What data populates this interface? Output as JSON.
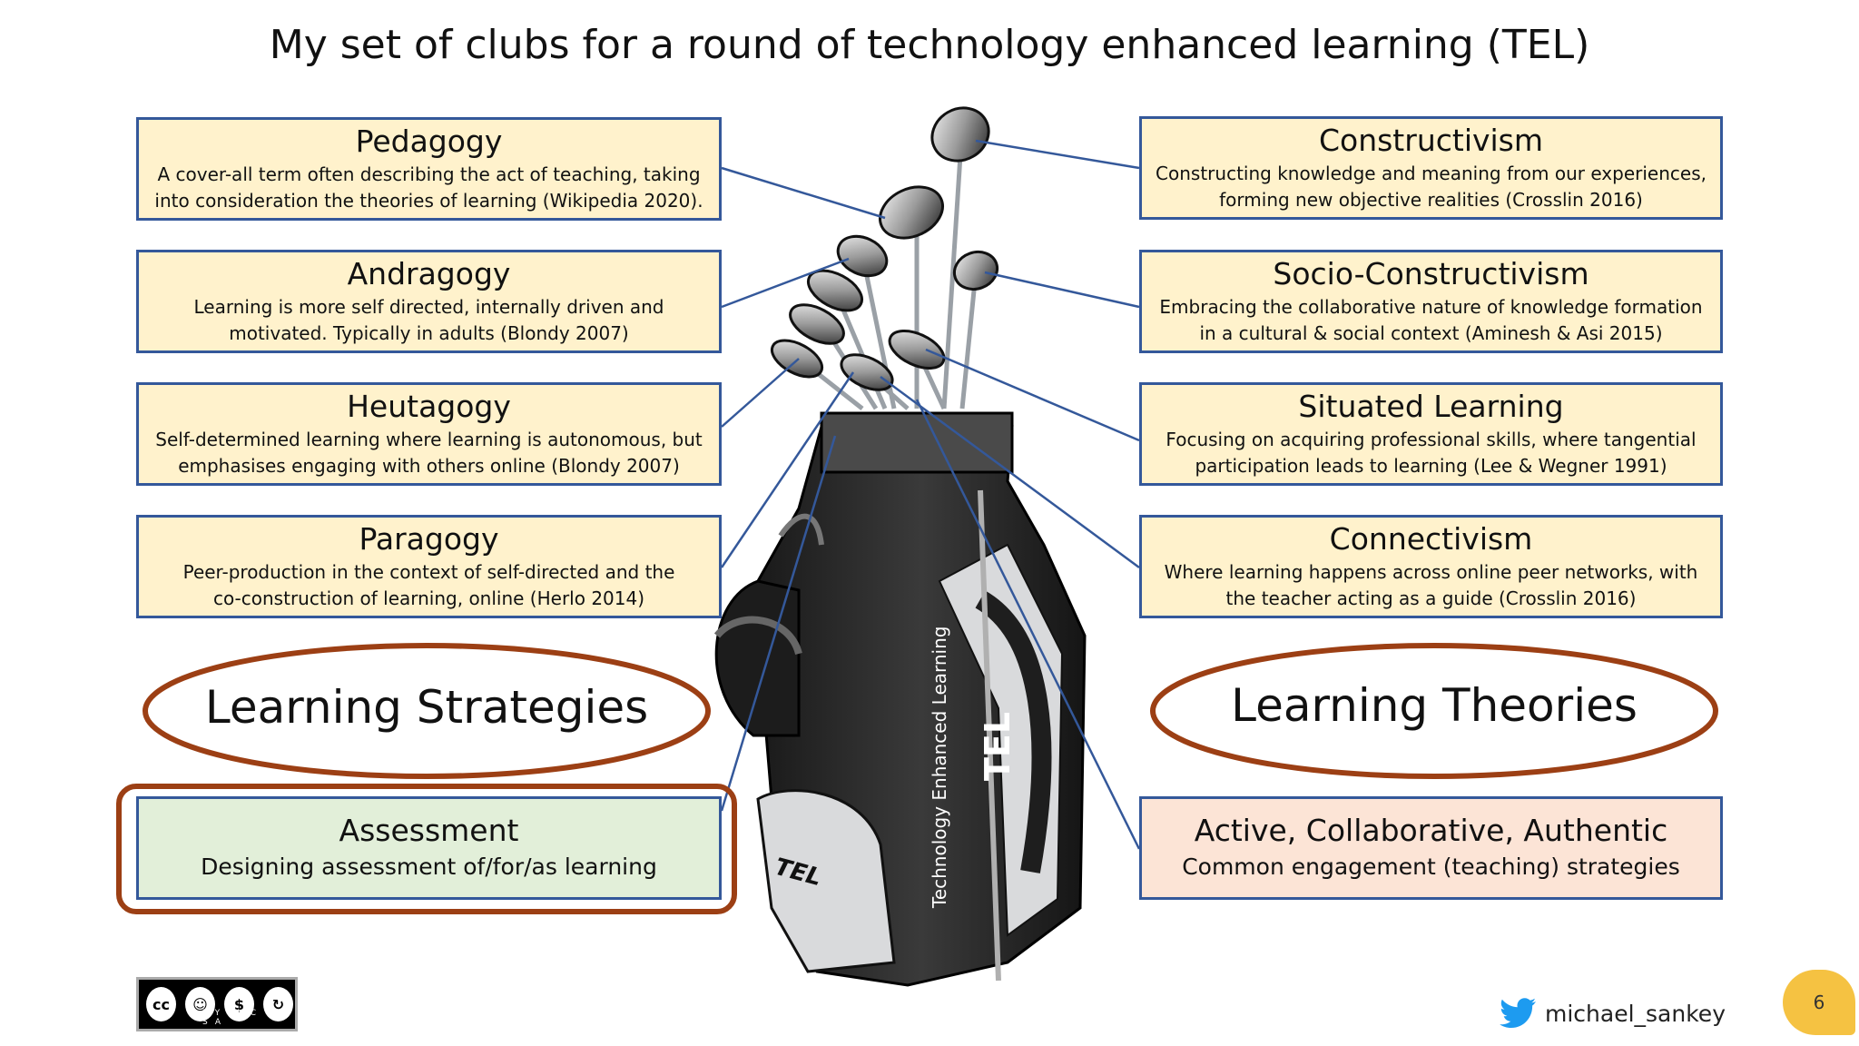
{
  "title": "My set of clubs for a round of technology enhanced learning (TEL)",
  "left_boxes": [
    {
      "heading": "Pedagogy",
      "line1": "A cover-all term often describing the act of teaching, taking",
      "line2": "into consideration the theories of learning (Wikipedia 2020)."
    },
    {
      "heading": "Andragogy",
      "line1": "Learning is more self directed, internally driven and",
      "line2": "motivated. Typically in adults (Blondy 2007)"
    },
    {
      "heading": "Heutagogy",
      "line1": "Self-determined learning where learning is autonomous, but",
      "line2": "emphasises engaging with others online (Blondy 2007)"
    },
    {
      "heading": "Paragogy",
      "line1": "Peer-production in the context of self-directed and the",
      "line2": "co-construction of learning, online (Herlo 2014)"
    }
  ],
  "right_boxes": [
    {
      "heading": "Constructivism",
      "line1": "Constructing knowledge and meaning from our experiences,",
      "line2": "forming new objective realities (Crosslin 2016)"
    },
    {
      "heading": "Socio-Constructivism",
      "line1": "Embracing the collaborative nature of knowledge formation",
      "line2": "in a cultural & social context (Aminesh & Asi 2015)"
    },
    {
      "heading": "Situated Learning",
      "line1": "Focusing on acquiring professional skills, where tangential",
      "line2": "participation leads to learning (Lee & Wegner 1991)"
    },
    {
      "heading": "Connectivism",
      "line1": "Where learning happens across online peer networks, with",
      "line2": "the teacher acting as a guide (Crosslin 2016)"
    }
  ],
  "assessment": {
    "heading": "Assessment",
    "desc": "Designing assessment of/for/as learning"
  },
  "engagement": {
    "heading": "Active, Collaborative, Authentic",
    "desc": "Common engagement (teaching) strategies"
  },
  "labels": {
    "strategies": "Learning Strategies",
    "theories": "Learning Theories"
  },
  "bag": {
    "vertical_text": "Technology Enhanced Learning",
    "logo_big": "TEL",
    "logo_small": "TEL"
  },
  "license": {
    "cc": "cc",
    "by": "BY",
    "nc": "NC",
    "sa": "SA"
  },
  "twitter_handle": "michael_sankey",
  "page_number": "6",
  "colors": {
    "box_border": "#34589a",
    "yellow": "#fff2cc",
    "green": "#e2efd9",
    "pink": "#fce4d6",
    "oval": "#9c3f14"
  }
}
